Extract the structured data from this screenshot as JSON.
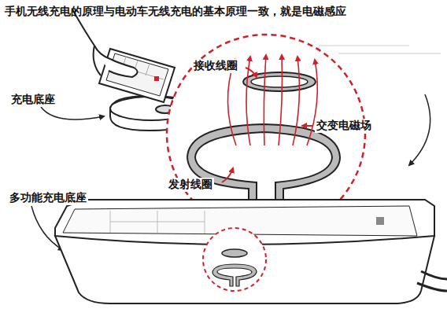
{
  "diagram": {
    "title": "手机无线充电的原理与电动车无线充电的基本原理一致，就是电磁感应",
    "labels": [
      "充电底座",
      "接收线圈",
      "交变电磁场",
      "发射线圈",
      "多功能充电底座"
    ]
  }
}
